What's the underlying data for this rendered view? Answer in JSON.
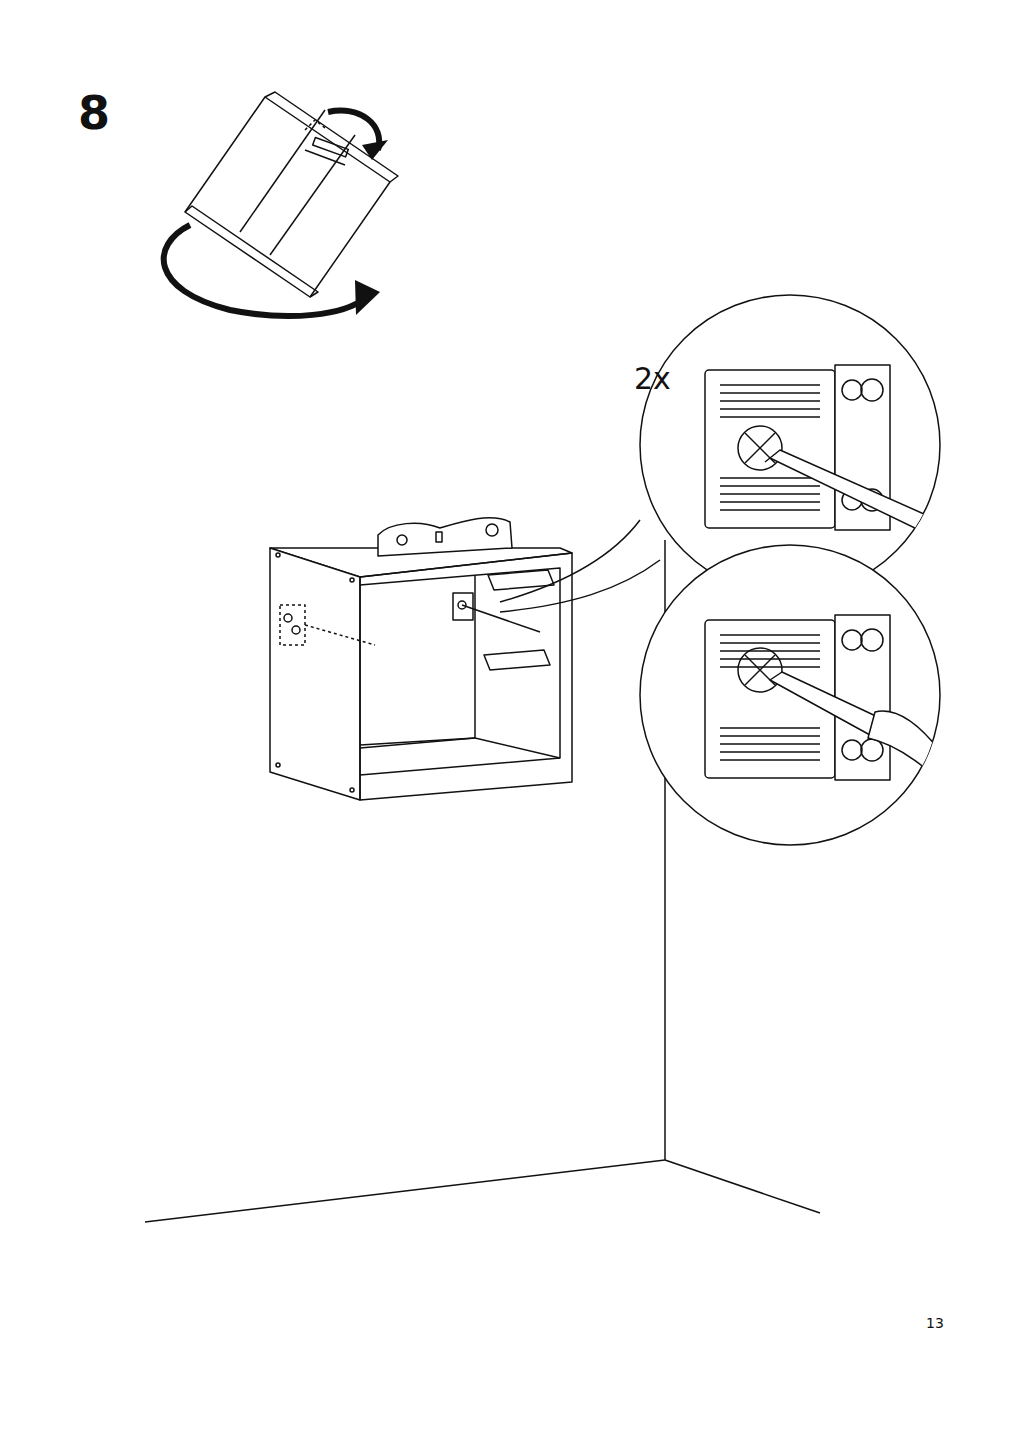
{
  "diagram": {
    "labels": [
      "8",
      "2x",
      "13"
    ]
  }
}
